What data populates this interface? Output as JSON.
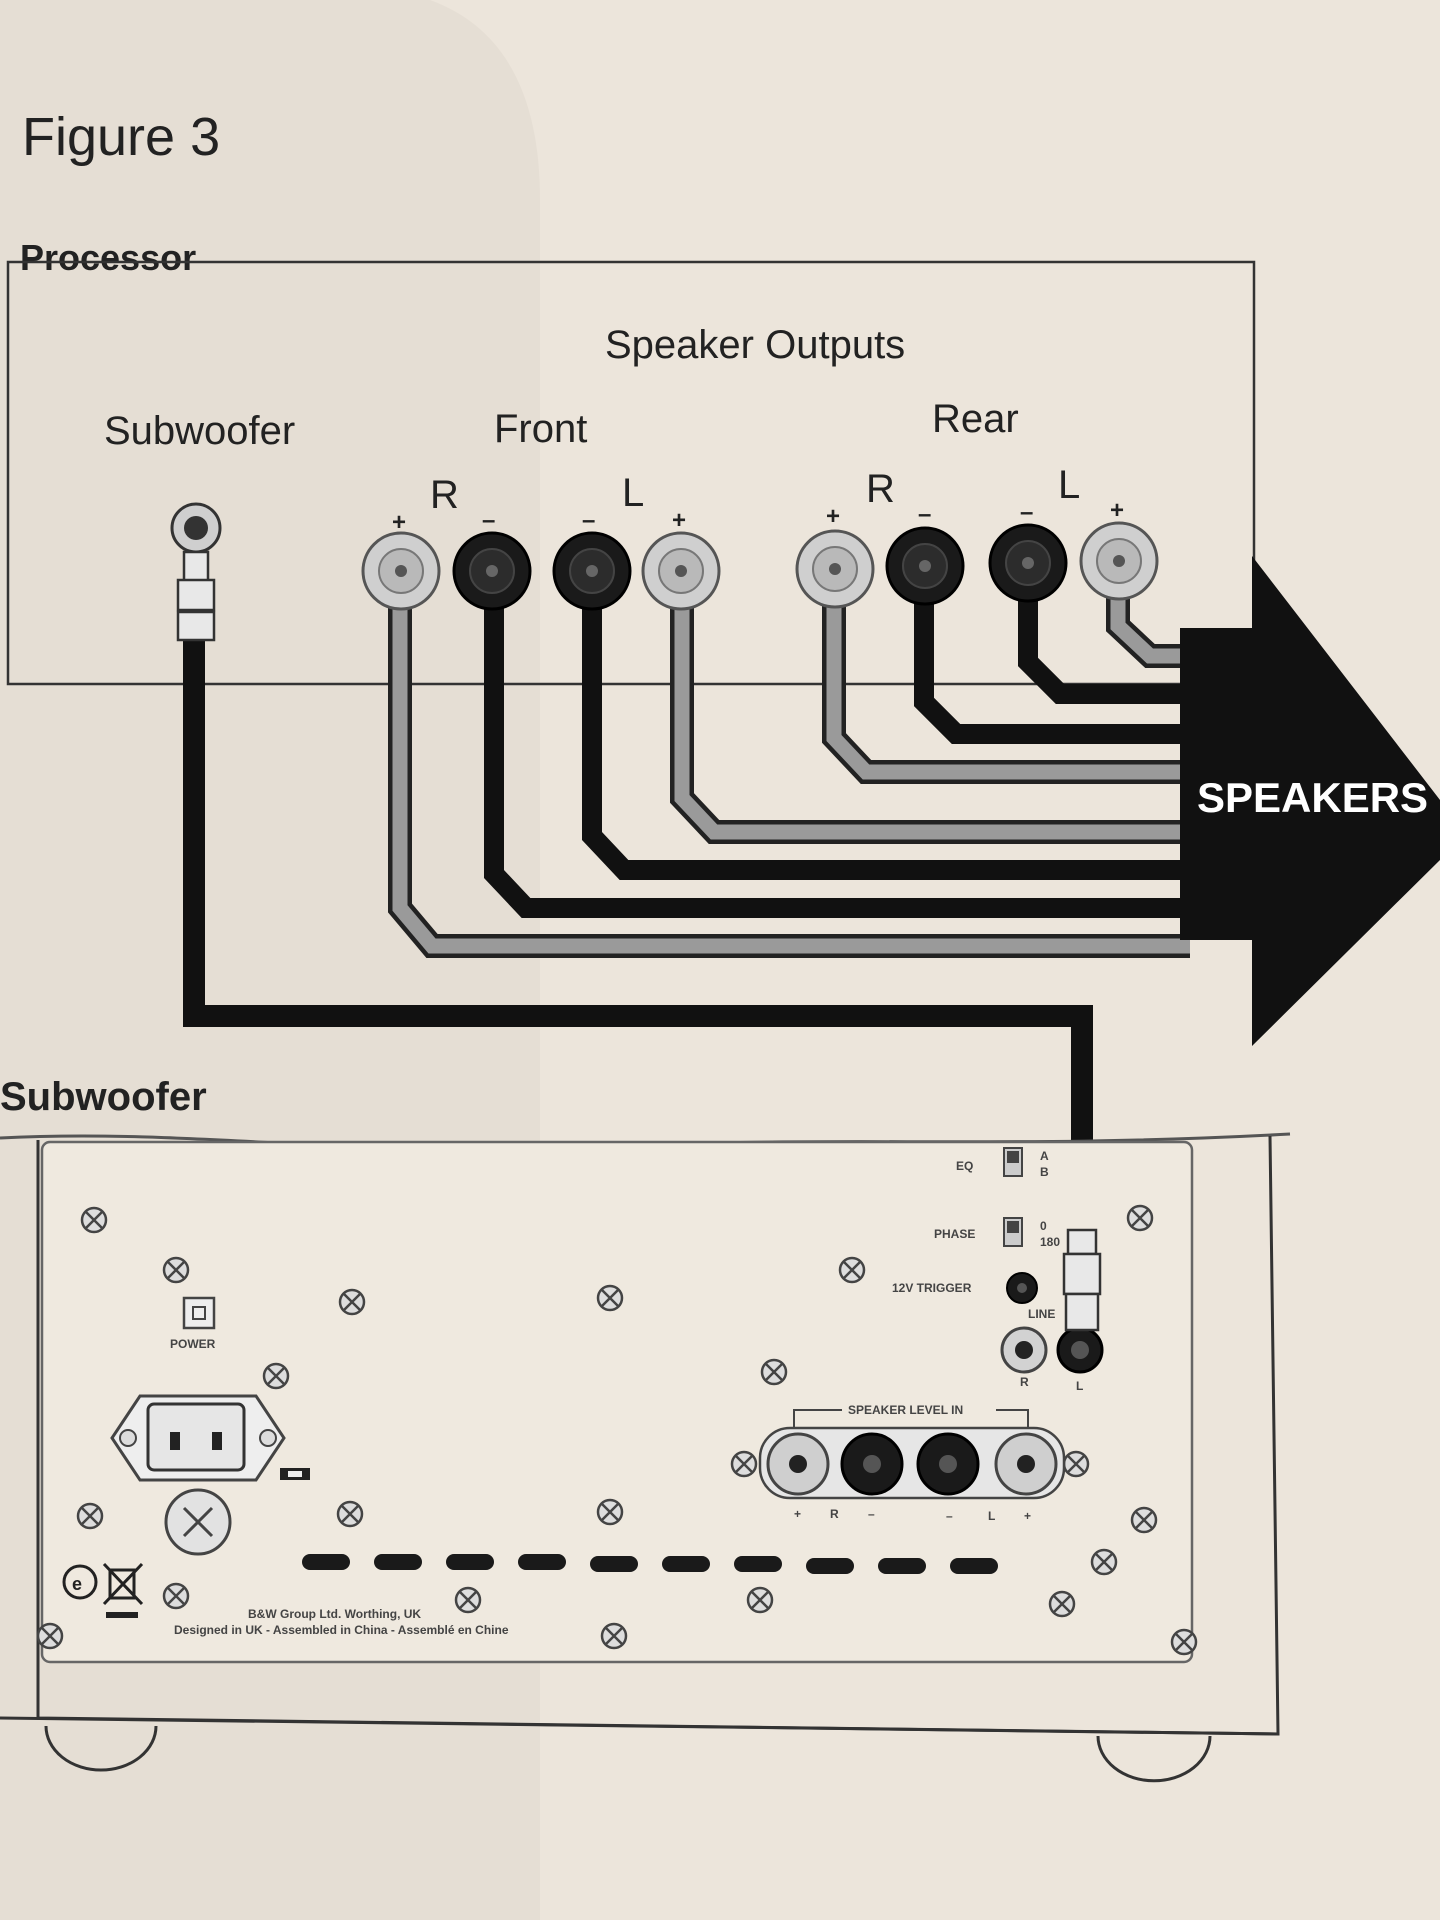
{
  "figure": {
    "title": "Figure 3"
  },
  "processor": {
    "title": "Processor",
    "speaker_outputs_label": "Speaker Outputs",
    "subwoofer_label": "Subwoofer",
    "front": {
      "label": "Front",
      "right": "R",
      "left": "L"
    },
    "rear": {
      "label": "Rear",
      "right": "R",
      "left": "L"
    },
    "polarity": {
      "plus": "+",
      "minus": "–"
    }
  },
  "speakers_arrow": {
    "label": "SPEAKERS"
  },
  "subwoofer": {
    "title": "Subwoofer",
    "panel": {
      "eq": {
        "label": "EQ",
        "options": [
          "A",
          "B"
        ]
      },
      "phase": {
        "label": "PHASE",
        "options": [
          "0",
          "180"
        ]
      },
      "trigger": {
        "label": "12V TRIGGER"
      },
      "line": {
        "label": "LINE",
        "channels": [
          "R",
          "L"
        ]
      },
      "speaker_level_in": {
        "label": "SPEAKER LEVEL IN",
        "polarities": [
          "+",
          "R",
          "–",
          "–",
          "L",
          "+"
        ]
      },
      "power": {
        "label": "POWER"
      },
      "footer_line1": "B&W Group Ltd. Worthing, UK",
      "footer_line2": "Designed in UK - Assembled in China - Assemblé en Chine"
    }
  },
  "colors": {
    "wire_black": "#111111",
    "wire_grey": "#8a8a8a",
    "terminal_light": "#cfcfcf",
    "terminal_dark": "#1a1a1a"
  }
}
